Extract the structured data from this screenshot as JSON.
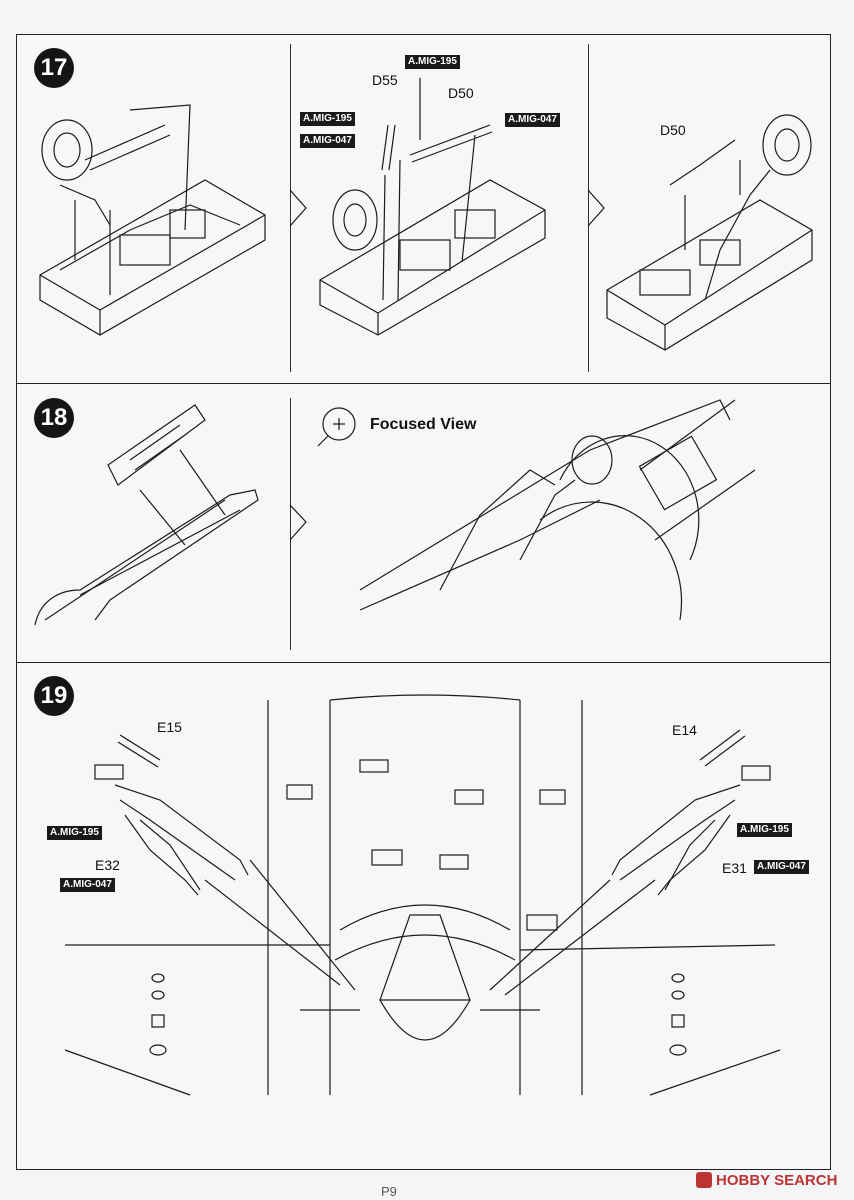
{
  "page_number": "P9",
  "watermark": "HOBBY SEARCH",
  "steps": [
    {
      "number": "17"
    },
    {
      "number": "18"
    },
    {
      "number": "19"
    }
  ],
  "step17": {
    "panel2": {
      "paint_195_top": "A.MIG-195",
      "part_d55": "D55",
      "part_d50": "D50",
      "paint_195_left": "A.MIG-195",
      "paint_047_left": "A.MIG-047",
      "paint_047_right": "A.MIG-047"
    },
    "panel3": {
      "part_d50": "D50"
    }
  },
  "step18": {
    "focused_view": "Focused View"
  },
  "step19": {
    "part_e15": "E15",
    "part_e14": "E14",
    "part_e32": "E32",
    "part_e31": "E31",
    "paint_195_left": "A.MIG-195",
    "paint_047_left": "A.MIG-047",
    "paint_195_right": "A.MIG-195",
    "paint_047_right": "A.MIG-047"
  },
  "icons": {
    "magnifier": "magnifier-plus-icon",
    "logo": "hobby-search-logo-icon"
  }
}
